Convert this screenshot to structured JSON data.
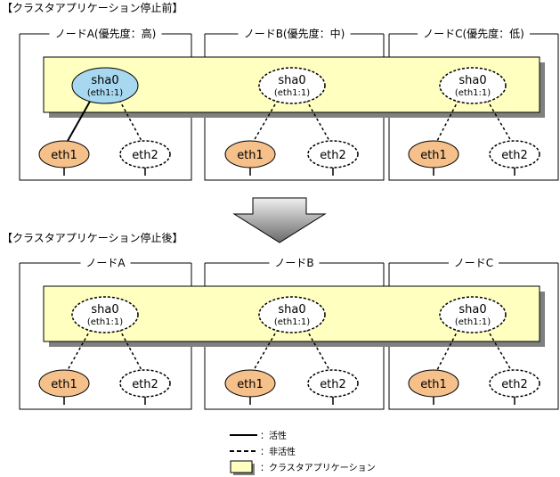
{
  "sections": [
    {
      "title": "【クラスタアプリケーション停止前】",
      "nodes": [
        {
          "label": "ノードA(優先度：高)",
          "sha_name": "sha0",
          "sha_sub": "(eth1:1)",
          "sha_active": true,
          "eth1": "eth1",
          "eth2": "eth2"
        },
        {
          "label": "ノードB(優先度：中)",
          "sha_name": "sha0",
          "sha_sub": "(eth1:1)",
          "sha_active": false,
          "eth1": "eth1",
          "eth2": "eth2"
        },
        {
          "label": "ノードC(優先度：低)",
          "sha_name": "sha0",
          "sha_sub": "(eth1:1)",
          "sha_active": false,
          "eth1": "eth1",
          "eth2": "eth2"
        }
      ]
    },
    {
      "title": "【クラスタアプリケーション停止後】",
      "nodes": [
        {
          "label": "ノードA",
          "sha_name": "sha0",
          "sha_sub": "(eth1:1)",
          "sha_active": false,
          "eth1": "eth1",
          "eth2": "eth2"
        },
        {
          "label": "ノードB",
          "sha_name": "sha0",
          "sha_sub": "(eth1:1)",
          "sha_active": false,
          "eth1": "eth1",
          "eth2": "eth2"
        },
        {
          "label": "ノードC",
          "sha_name": "sha0",
          "sha_sub": "(eth1:1)",
          "sha_active": false,
          "eth1": "eth1",
          "eth2": "eth2"
        }
      ]
    }
  ],
  "legend": {
    "active": "：活性",
    "inactive": "：非活性",
    "app": "：クラスタアプリケーション"
  },
  "colors": {
    "app_fill": "#ffffc0",
    "app_shadow": "#808080",
    "sha_active_fill": "#a8d8f0",
    "eth1_fill": "#f5c08a",
    "arrow_top": "#e8e8e8",
    "arrow_bottom": "#707070"
  }
}
